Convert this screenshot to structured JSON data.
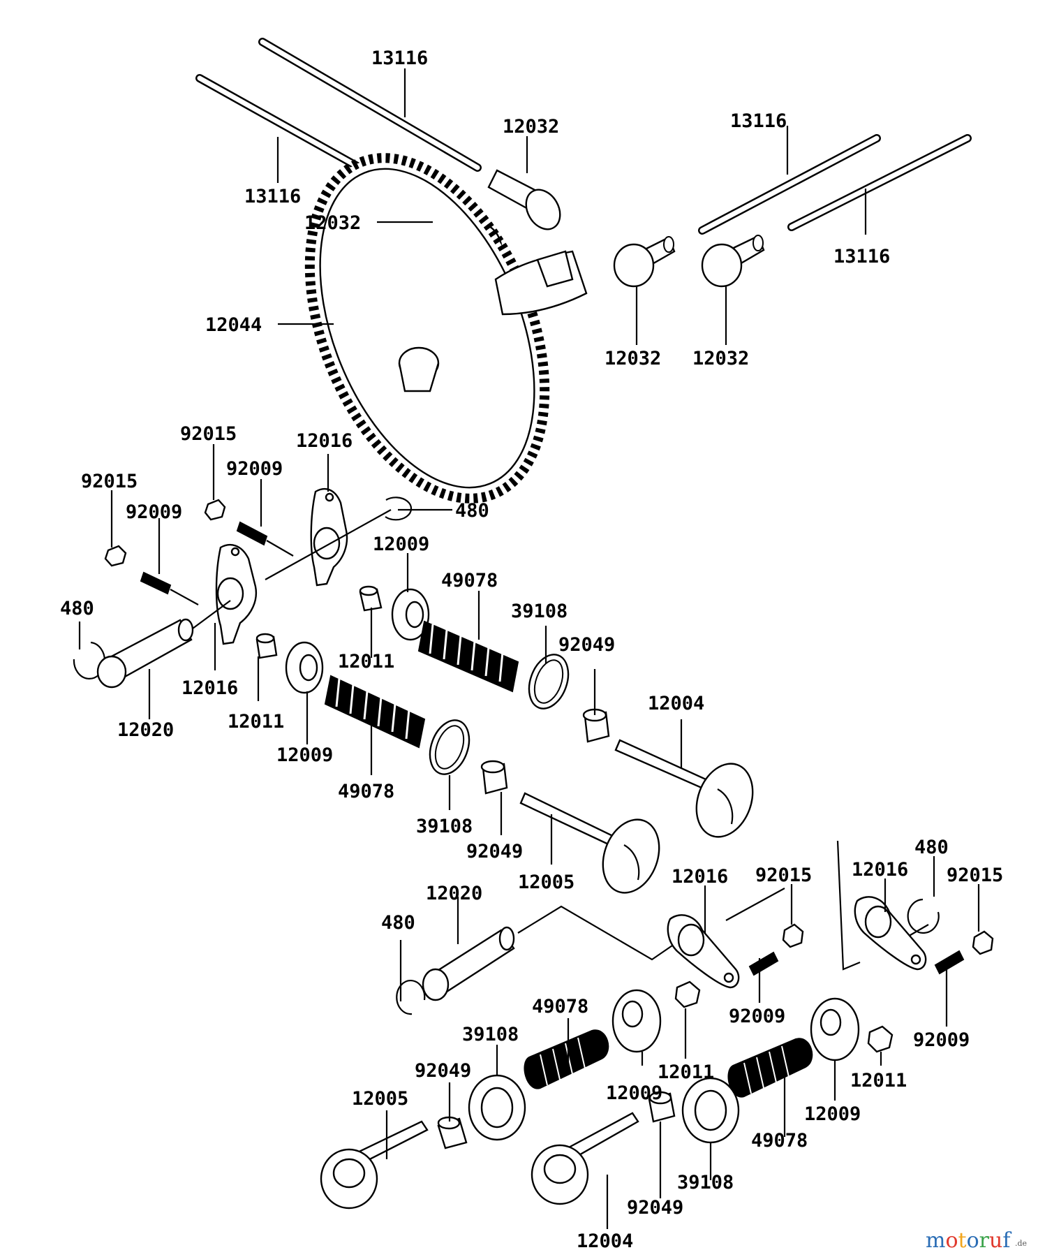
{
  "watermark": {
    "main": "motoruf",
    "suffix": ".de",
    "colors": [
      "#2a6db5",
      "#e03a2e",
      "#f2a51c",
      "#2a6db5",
      "#3aa34a",
      "#e03a2e",
      "#2a6db5"
    ]
  },
  "callouts": {
    "pushrod_upper_top": "13116",
    "pushrod_upper_left": "13116",
    "pushrod_upper_right_a": "13116",
    "pushrod_upper_right_b": "13116",
    "lifter_a": "12032",
    "lifter_b": "12032",
    "lifter_c": "12032",
    "lifter_d": "12032",
    "camshaft_gear": "12044",
    "nut_92015_a": "92015",
    "nut_92015_b": "92015",
    "screw_92009_a": "92009",
    "screw_92009_b": "92009",
    "rocker_12016_a": "12016",
    "rocker_12016_b": "12016",
    "clip_480_a": "480",
    "clip_480_b": "480",
    "retainer_12009_a": "12009",
    "retainer_12009_b": "12009",
    "spring_49078_a": "49078",
    "spring_49078_b": "49078",
    "seat_39108_a": "39108",
    "seat_39108_b": "39108",
    "seal_92049_a": "92049",
    "seal_92049_b": "92049",
    "valve_12004_a": "12004",
    "cap_12011_a": "12011",
    "cap_12011_b": "12011",
    "shaft_12020_a": "12020",
    "valve_12005_a": "12005",
    "shaft_12020_b": "12020",
    "clip_480_c": "480",
    "rocker_12016_c": "12016",
    "nut_92015_c": "92015",
    "rocker_12016_d": "12016",
    "clip_480_d": "480",
    "nut_92015_d": "92015",
    "screw_92009_c": "92009",
    "screw_92009_d": "92009",
    "spring_49078_c": "49078",
    "seat_39108_c": "39108",
    "seal_92049_c": "92049",
    "retainer_12009_c": "12009",
    "cap_12011_c": "12011",
    "cap_12011_d": "12011",
    "valve_12005_b": "12005",
    "retainer_12009_d": "12009",
    "spring_49078_d": "49078",
    "seat_39108_d": "39108",
    "seal_92049_d": "92049",
    "valve_12004_b": "12004"
  }
}
